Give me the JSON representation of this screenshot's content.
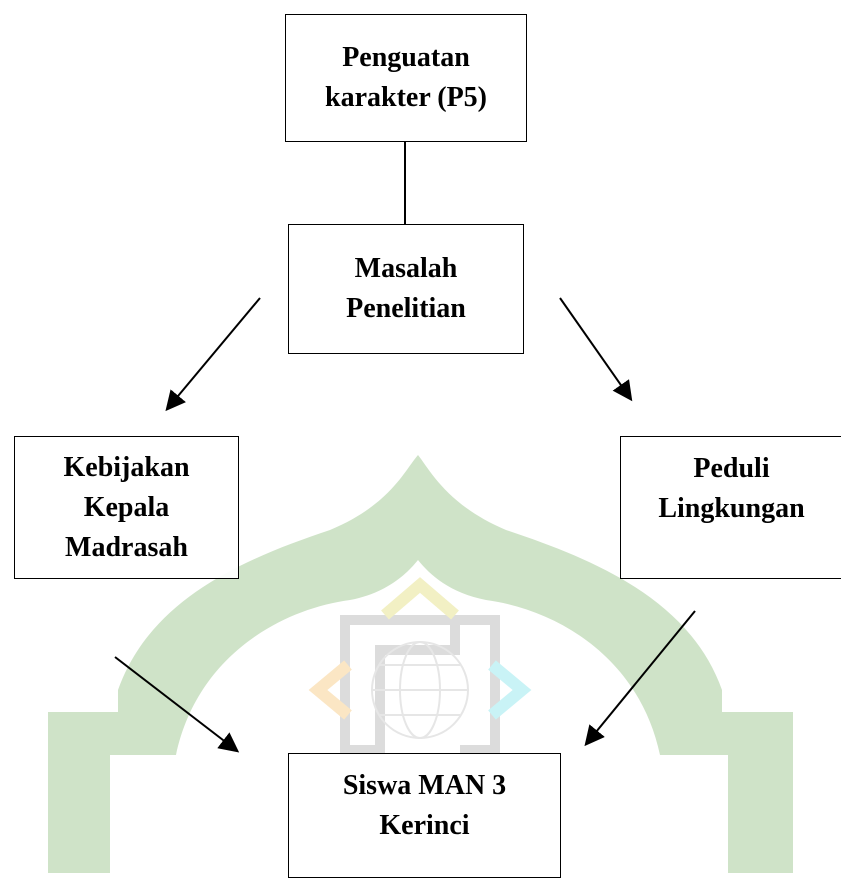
{
  "diagram": {
    "nodes": [
      {
        "id": "p5",
        "label": "Penguatan\nkarakter (P5)"
      },
      {
        "id": "masalah",
        "label": "Masalah\nPenelitian"
      },
      {
        "id": "kebijakan",
        "label": "Kebijakan\nKepala\nMadrasah"
      },
      {
        "id": "peduli",
        "label": "Peduli\nLingkungan"
      },
      {
        "id": "siswa",
        "label": "Siswa MAN 3\nKerinci"
      }
    ],
    "edges": [
      {
        "from": "p5",
        "to": "masalah",
        "style": "line"
      },
      {
        "from": "masalah",
        "to": "kebijakan",
        "style": "arrow"
      },
      {
        "from": "masalah",
        "to": "peduli",
        "style": "arrow"
      },
      {
        "from": "kebijakan",
        "to": "siswa",
        "style": "arrow"
      },
      {
        "from": "peduli",
        "to": "siswa",
        "style": "arrow"
      }
    ]
  },
  "watermark": {
    "arch_color": "#cfe3c8",
    "emblem_colors": [
      "#f2f0c4",
      "#fbe6c4",
      "#c9f3f6",
      "#dcdcdc"
    ]
  }
}
